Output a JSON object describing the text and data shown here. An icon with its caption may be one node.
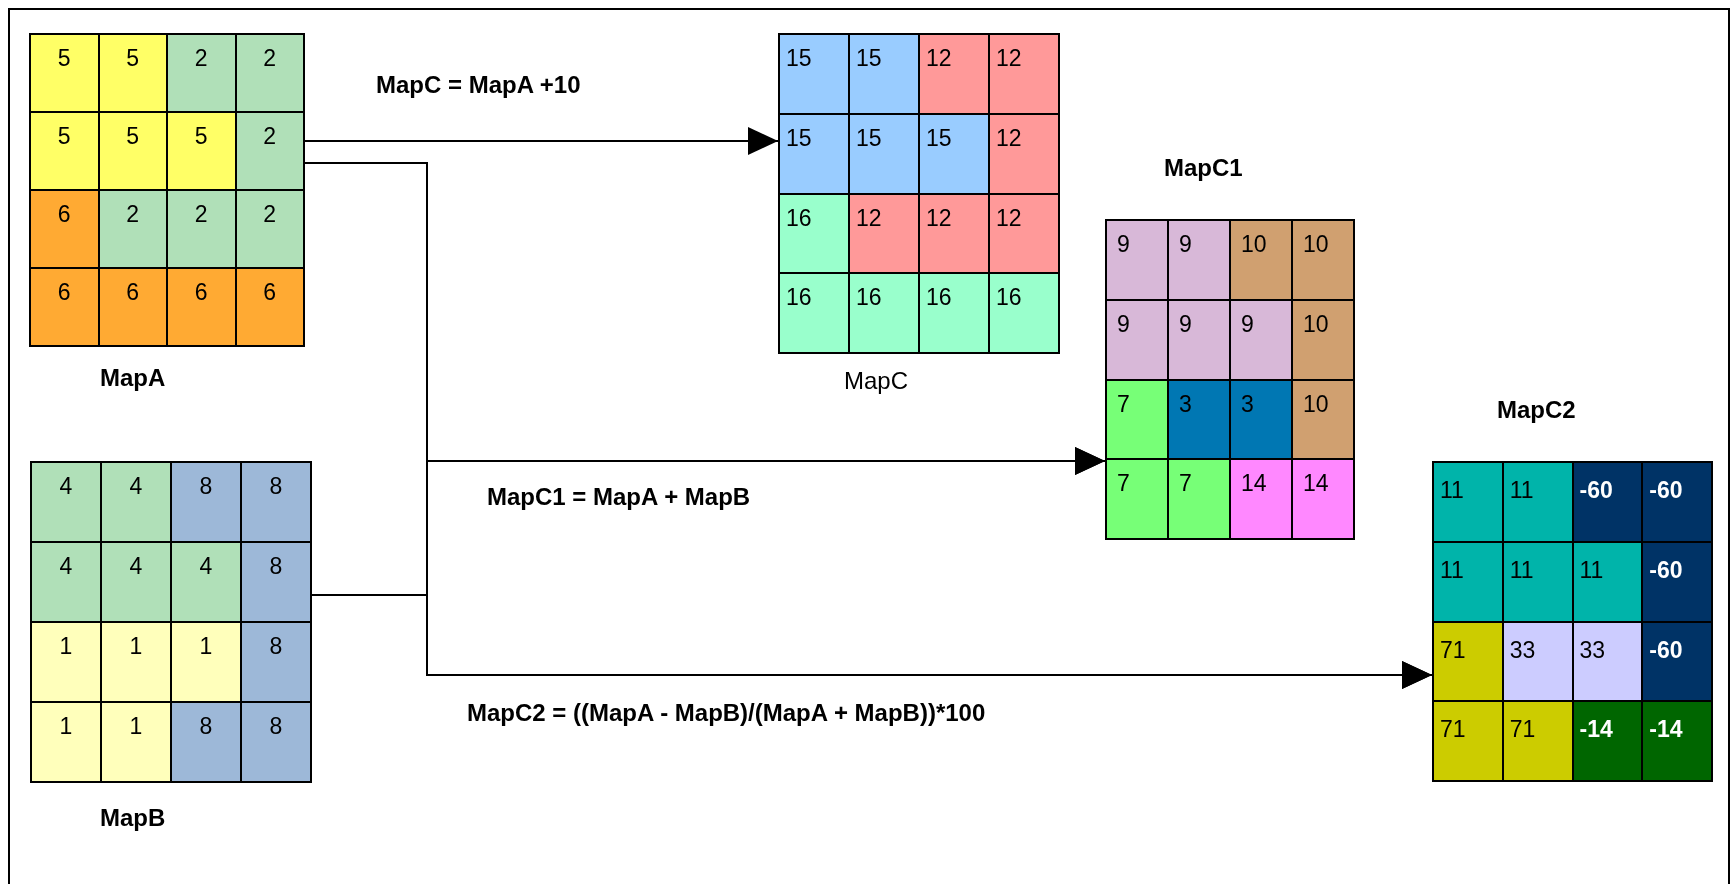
{
  "diagram": {
    "nodes": [
      {
        "text": [
          "MapA"
        ]
      },
      {
        "text": [
          "5"
        ],
        "in": 0
      },
      {
        "text": [
          "5"
        ],
        "in": 0
      },
      {
        "text": [
          "2"
        ],
        "in": 0
      },
      {
        "text": [
          "2"
        ],
        "in": 0
      },
      {
        "text": [
          "5"
        ],
        "in": 0
      },
      {
        "text": [
          "5"
        ],
        "in": 0
      },
      {
        "text": [
          "5"
        ],
        "in": 0
      },
      {
        "text": [
          "2"
        ],
        "in": 0
      },
      {
        "text": [
          "6"
        ],
        "in": 0
      },
      {
        "text": [
          "2"
        ],
        "in": 0
      },
      {
        "text": [
          "2"
        ],
        "in": 0
      },
      {
        "text": [
          "2"
        ],
        "in": 0
      },
      {
        "text": [
          "6"
        ],
        "in": 0
      },
      {
        "text": [
          "6"
        ],
        "in": 0
      },
      {
        "text": [
          "6"
        ],
        "in": 0
      },
      {
        "text": [
          "6"
        ],
        "in": 0
      },
      {
        "text": [
          "MapC"
        ]
      },
      {
        "text": [
          "15"
        ],
        "in": 17
      },
      {
        "text": [
          "15"
        ],
        "in": 17
      },
      {
        "text": [
          "12"
        ],
        "in": 17
      },
      {
        "text": [
          "12"
        ],
        "in": 17
      },
      {
        "text": [
          "15"
        ],
        "in": 17
      },
      {
        "text": [
          "15"
        ],
        "in": 17
      },
      {
        "text": [
          "15"
        ],
        "in": 17
      },
      {
        "text": [
          "12"
        ],
        "in": 17
      },
      {
        "text": [
          "16"
        ],
        "in": 17
      },
      {
        "text": [
          "12"
        ],
        "in": 17
      },
      {
        "text": [
          "12"
        ],
        "in": 17
      },
      {
        "text": [
          "12"
        ],
        "in": 17
      },
      {
        "text": [
          "16"
        ],
        "in": 17
      },
      {
        "text": [
          "16"
        ],
        "in": 17
      },
      {
        "text": [
          "16"
        ],
        "in": 17
      },
      {
        "text": [
          "16"
        ],
        "in": 17
      },
      {
        "text": [
          "MapC1"
        ]
      },
      {
        "text": [
          "9"
        ],
        "in": 34
      },
      {
        "text": [
          "9"
        ],
        "in": 34
      },
      {
        "text": [
          "10"
        ],
        "in": 34
      },
      {
        "text": [
          "10"
        ],
        "in": 34
      },
      {
        "text": [
          "9"
        ],
        "in": 34
      },
      {
        "text": [
          "9"
        ],
        "in": 34
      },
      {
        "text": [
          "9"
        ],
        "in": 34
      },
      {
        "text": [
          "10"
        ],
        "in": 34
      },
      {
        "text": [
          "7"
        ],
        "in": 34
      },
      {
        "text": [
          "3"
        ],
        "in": 34
      },
      {
        "text": [
          "3"
        ],
        "in": 34
      },
      {
        "text": [
          "10"
        ],
        "in": 34
      },
      {
        "text": [
          "7"
        ],
        "in": 34
      },
      {
        "text": [
          "7"
        ],
        "in": 34
      },
      {
        "text": [
          "14"
        ],
        "in": 34
      },
      {
        "text": [
          "14"
        ],
        "in": 34
      },
      {
        "text": [
          "MapB"
        ]
      },
      {
        "text": [
          "4"
        ],
        "in": 51
      },
      {
        "text": [
          "4"
        ],
        "in": 51
      },
      {
        "text": [
          "8"
        ],
        "in": 51
      },
      {
        "text": [
          "8"
        ],
        "in": 51
      },
      {
        "text": [
          "4"
        ],
        "in": 51
      },
      {
        "text": [
          "4"
        ],
        "in": 51
      },
      {
        "text": [
          "4"
        ],
        "in": 51
      },
      {
        "text": [
          "8"
        ],
        "in": 51
      },
      {
        "text": [
          "1"
        ],
        "in": 51
      },
      {
        "text": [
          "1"
        ],
        "in": 51
      },
      {
        "text": [
          "1"
        ],
        "in": 51
      },
      {
        "text": [
          "8"
        ],
        "in": 51
      },
      {
        "text": [
          "1"
        ],
        "in": 51
      },
      {
        "text": [
          "1"
        ],
        "in": 51
      },
      {
        "text": [
          "8"
        ],
        "in": 51
      },
      {
        "text": [
          "8"
        ],
        "in": 51
      },
      {
        "text": [
          "MapC2"
        ]
      },
      {
        "text": [
          "11"
        ],
        "in": 68
      },
      {
        "text": [
          "11"
        ],
        "in": 68
      },
      {
        "text": [
          "-60"
        ],
        "in": 68
      },
      {
        "text": [
          "-60"
        ],
        "in": 68
      },
      {
        "text": [
          "11"
        ],
        "in": 68
      },
      {
        "text": [
          "11"
        ],
        "in": 68
      },
      {
        "text": [
          "11"
        ],
        "in": 68
      },
      {
        "text": [
          "-60"
        ],
        "in": 68
      },
      {
        "text": [
          "71"
        ],
        "in": 68
      },
      {
        "text": [
          "33"
        ],
        "in": 68
      },
      {
        "text": [
          "33"
        ],
        "in": 68
      },
      {
        "text": [
          "-60"
        ],
        "in": 68
      },
      {
        "text": [
          "71"
        ],
        "in": 68
      },
      {
        "text": [
          "71"
        ],
        "in": 68
      },
      {
        "text": [
          "-14"
        ],
        "in": 68
      },
      {
        "text": [
          "-14"
        ],
        "in": 68
      }
    ],
    "edges": [
      {
        "from": 0,
        "to": 17,
        "arrow": "to",
        "label": "MapC = MapA +10"
      },
      {
        "from": 0,
        "to": 34,
        "arrow": "to",
        "label": "MapC1 = MapA + MapB"
      },
      {
        "from": 51,
        "to": 34,
        "arrow": "to"
      },
      {
        "from": 0,
        "to": 68,
        "arrow": "to",
        "label": "MapC2 = ((MapA - MapB)/(MapA + MapB))*100"
      },
      {
        "from": 51,
        "to": 68,
        "arrow": "to"
      }
    ]
  }
}
